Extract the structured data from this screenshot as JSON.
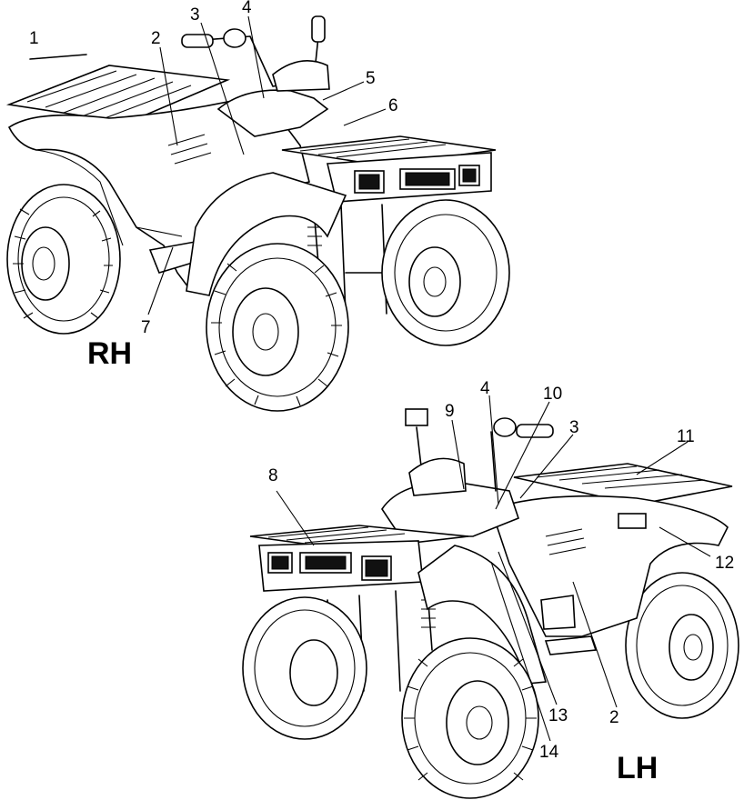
{
  "views": [
    {
      "id": "rh",
      "label": "RH",
      "callouts": [
        "1",
        "2",
        "3",
        "4",
        "5",
        "6",
        "7"
      ]
    },
    {
      "id": "lh",
      "label": "LH",
      "callouts": [
        "8",
        "9",
        "4",
        "10",
        "3",
        "11",
        "12",
        "13",
        "2",
        "14"
      ]
    }
  ]
}
